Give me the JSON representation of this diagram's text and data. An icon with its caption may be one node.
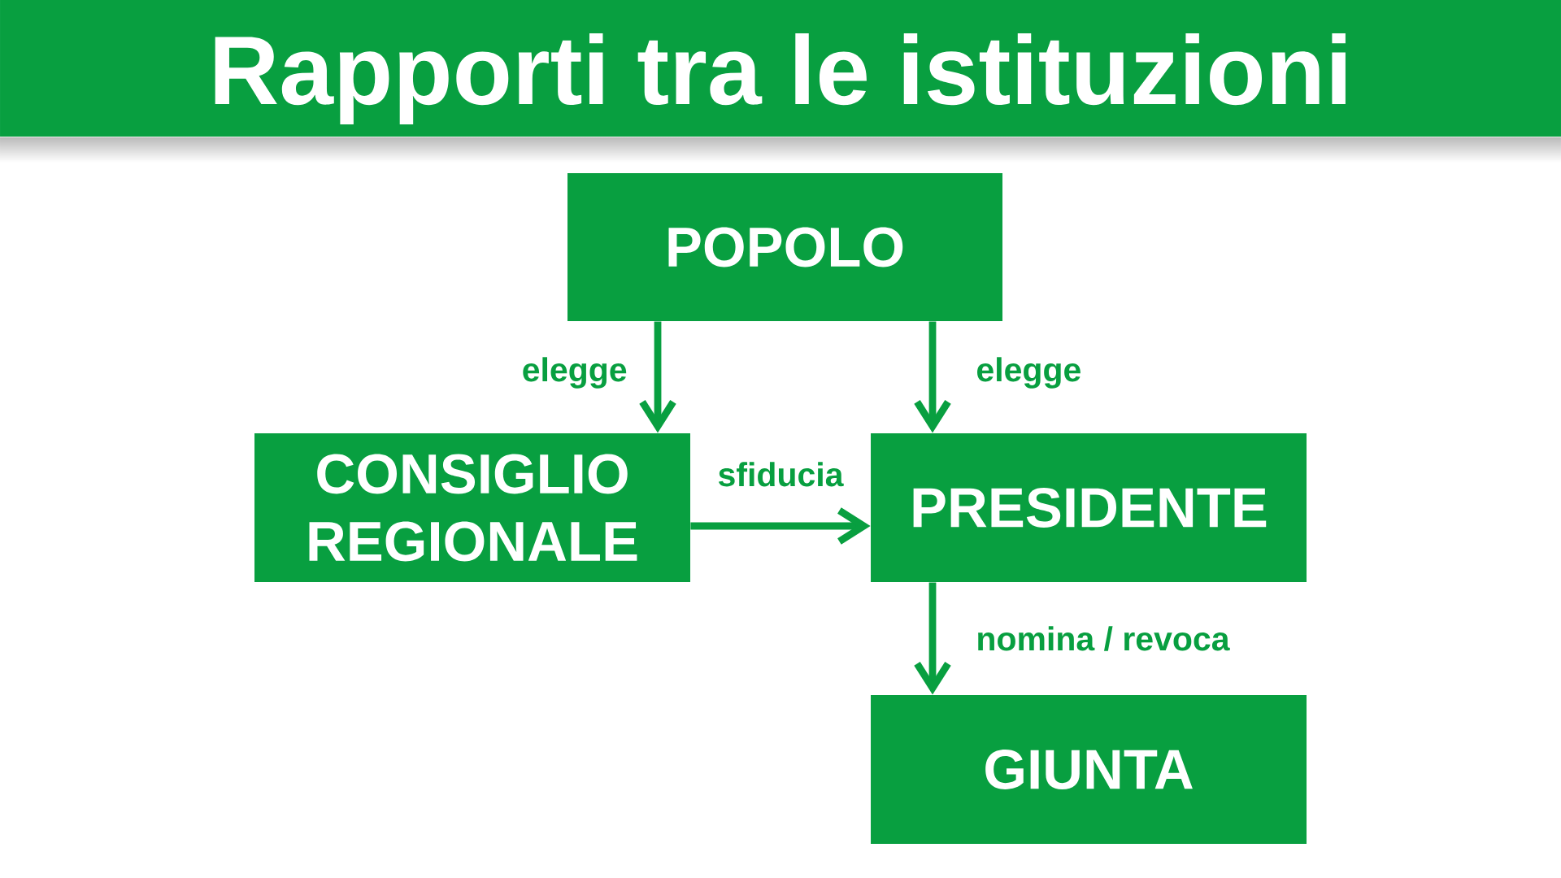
{
  "diagram": {
    "title": "Rapporti tra le istituzioni",
    "nodes": [
      {
        "text": [
          "POPOLO"
        ]
      },
      {
        "text": [
          "CONSIGLIO REGIONALE"
        ]
      },
      {
        "text": [
          "PRESIDENTE"
        ]
      },
      {
        "text": [
          "GIUNTA"
        ]
      }
    ],
    "edges": [
      {
        "from": 0,
        "to": 1,
        "arrow": "to",
        "label": "elegge"
      },
      {
        "from": 0,
        "to": 2,
        "arrow": "to",
        "label": "elegge"
      },
      {
        "from": 1,
        "to": 2,
        "arrow": "to",
        "label": "sfiducia"
      },
      {
        "from": 2,
        "to": 3,
        "arrow": "to",
        "label": "nomina / revoca"
      }
    ]
  }
}
